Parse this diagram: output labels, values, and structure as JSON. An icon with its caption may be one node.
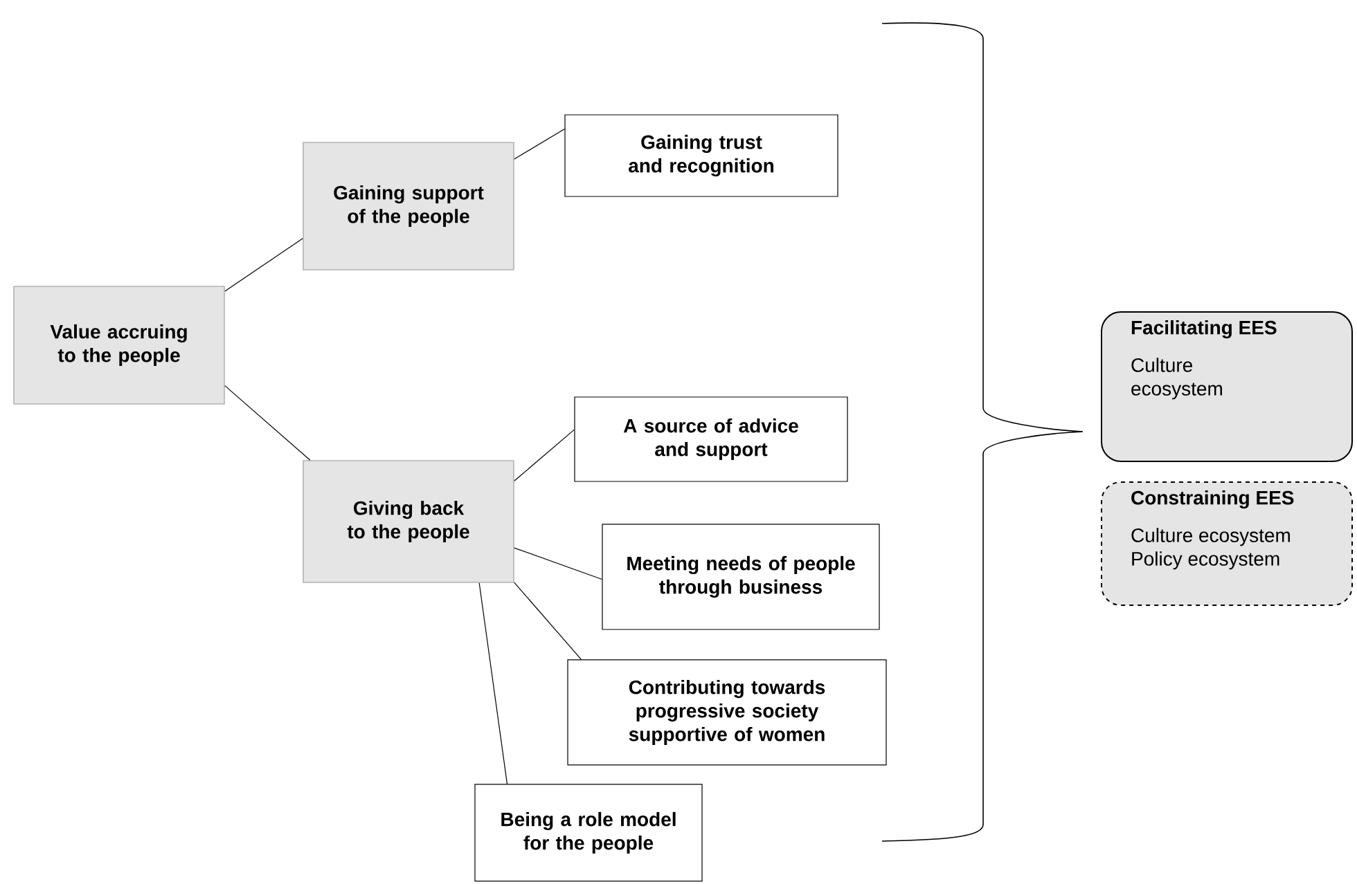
{
  "diagram": {
    "nodes": [
      {
        "text": [
          "Value accruing to the people"
        ]
      },
      {
        "text": [
          "Gaining support of the people"
        ]
      },
      {
        "text": [
          "Gaining trust and recognition"
        ]
      },
      {
        "text": [
          "Giving back to the people"
        ]
      },
      {
        "text": [
          "A source of advice and support"
        ]
      },
      {
        "text": [
          "Meeting needs of people through business"
        ]
      },
      {
        "text": [
          "Contributing towards progressive society supportive of women"
        ]
      },
      {
        "text": [
          "Being a role model for the people"
        ]
      },
      {
        "text": [
          "Facilitating EES",
          "Culture ecosystem"
        ]
      },
      {
        "text": [
          "Constraining EES",
          "Culture ecosystem Policy ecosystem"
        ]
      }
    ],
    "edges": [
      {
        "from": 0,
        "to": 1,
        "arrow": "none"
      },
      {
        "from": 0,
        "to": 3,
        "arrow": "none"
      },
      {
        "from": 1,
        "to": 2,
        "arrow": "none"
      },
      {
        "from": 3,
        "to": 4,
        "arrow": "none"
      },
      {
        "from": 3,
        "to": 5,
        "arrow": "none"
      },
      {
        "from": 3,
        "to": 6,
        "arrow": "none"
      },
      {
        "from": 3,
        "to": 7,
        "arrow": "none"
      }
    ]
  }
}
